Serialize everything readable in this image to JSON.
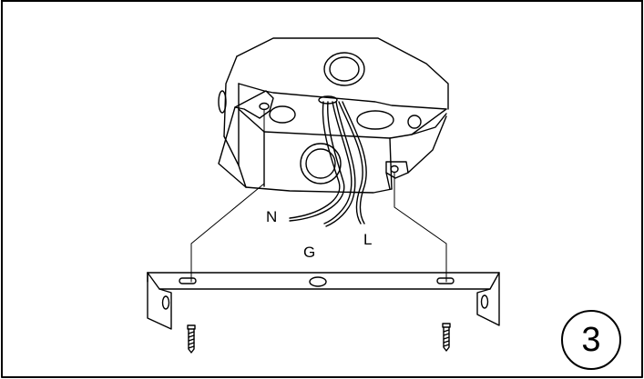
{
  "diagram": {
    "wire_labels": {
      "neutral": "N",
      "ground": "G",
      "live": "L"
    },
    "step_number": "3",
    "colors": {
      "line": "#000000",
      "background": "#ffffff"
    },
    "icons": [
      "junction-box-illustration",
      "mounting-bracket-illustration",
      "mounting-screw-icon"
    ]
  }
}
